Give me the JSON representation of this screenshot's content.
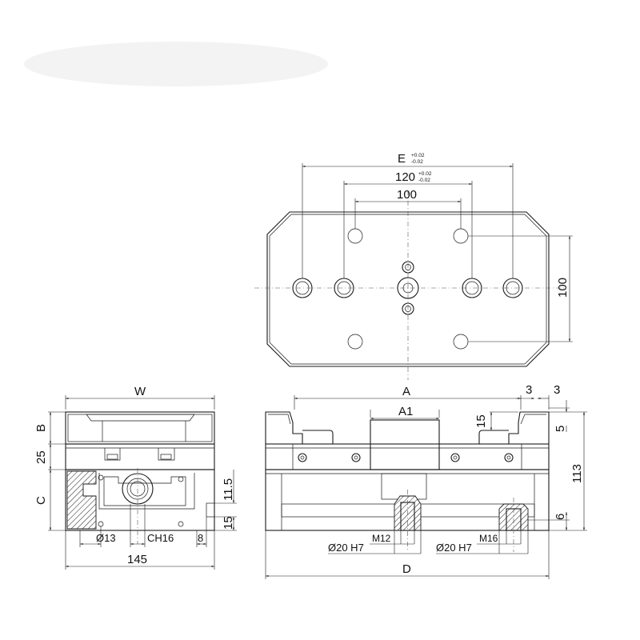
{
  "top_view": {
    "dim_E": "E",
    "dim_E_tol_plus": "+0.02",
    "dim_E_tol_minus": "-0.02",
    "dim_120": "120",
    "dim_120_tol_plus": "+0.02",
    "dim_120_tol_minus": "-0.02",
    "dim_100_horizontal": "100",
    "dim_100_vertical": "100"
  },
  "side_view": {
    "dim_W": "W",
    "dim_B": "B",
    "dim_25": "25",
    "dim_C": "C",
    "dim_11_5": "11.5",
    "dim_15": "15",
    "dim_d13": "Ø13",
    "dim_ch16": "CH16",
    "dim_8": "8",
    "dim_145": "145"
  },
  "front_view": {
    "dim_A": "A",
    "dim_A1": "A1",
    "dim_3_left": "3",
    "dim_3_right": "3",
    "dim_15": "15",
    "dim_5": "5",
    "dim_113": "113",
    "dim_6": "6",
    "dim_m12": "M12",
    "dim_m16": "M16",
    "dim_d20h7_left": "Ø20 H7",
    "dim_d20h7_right": "Ø20 H7",
    "dim_D": "D"
  }
}
